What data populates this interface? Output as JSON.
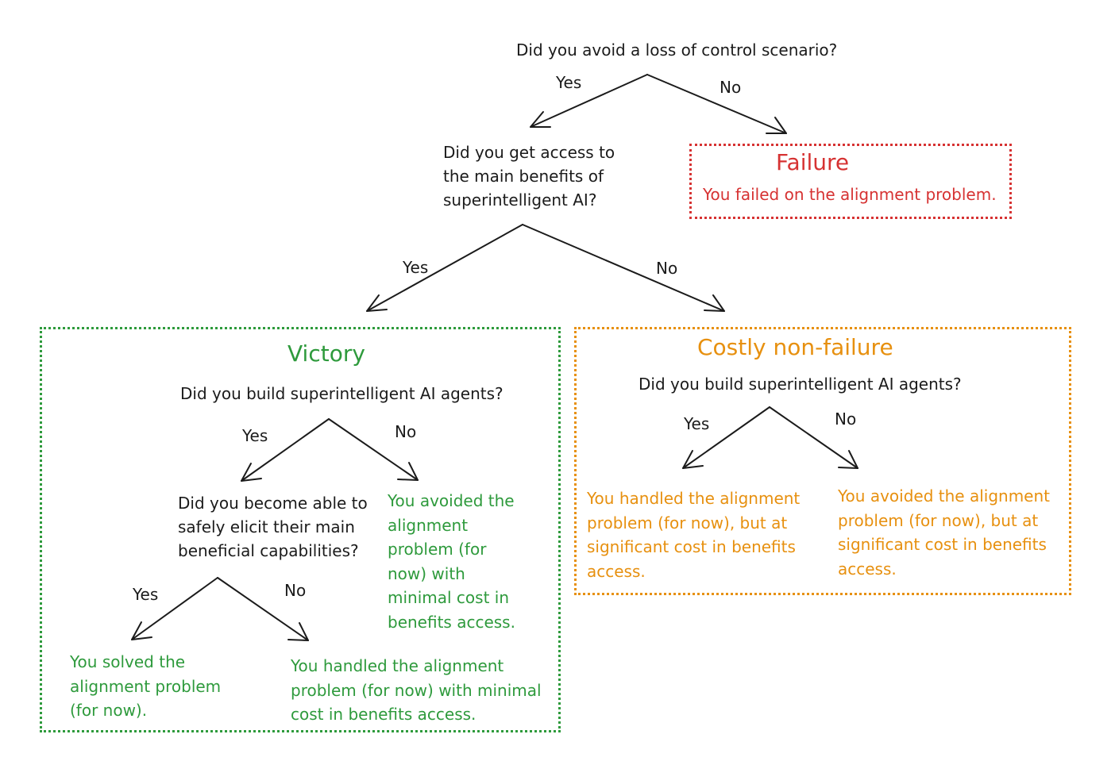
{
  "root": {
    "question": "Did you avoid a loss of control scenario?",
    "yes": "Yes",
    "no": "No"
  },
  "failure": {
    "title": "Failure",
    "text": "You failed on the alignment problem.",
    "color": "#d63232"
  },
  "benefits": {
    "question": "Did you get access to\nthe main benefits of\nsuperintelligent AI?",
    "yes": "Yes",
    "no": "No"
  },
  "victory": {
    "title": "Victory",
    "color": "#2e9a3c",
    "agents": {
      "question": "Did you build superintelligent AI agents?",
      "yes": "Yes",
      "no": "No"
    },
    "elicit": {
      "question": "Did you become able to\nsafely elicit their main\nbeneficial capabilities?",
      "yes": "Yes",
      "no": "No"
    },
    "avoided": "You avoided the\nalignment\nproblem (for\nnow) with\nminimal cost in\nbenefits access.",
    "solved": "You solved the\nalignment problem\n(for now).",
    "handled": "You handled the alignment\nproblem (for now) with minimal\ncost in benefits access."
  },
  "costly": {
    "title": "Costly non-failure",
    "color": "#e7900f",
    "agents": {
      "question": "Did you build superintelligent AI agents?",
      "yes": "Yes",
      "no": "No"
    },
    "handled": "You handled the alignment\nproblem (for now), but at\nsignificant cost in benefits\naccess.",
    "avoided": "You avoided the alignment\nproblem (for now), but at\nsignificant cost in benefits\naccess."
  }
}
